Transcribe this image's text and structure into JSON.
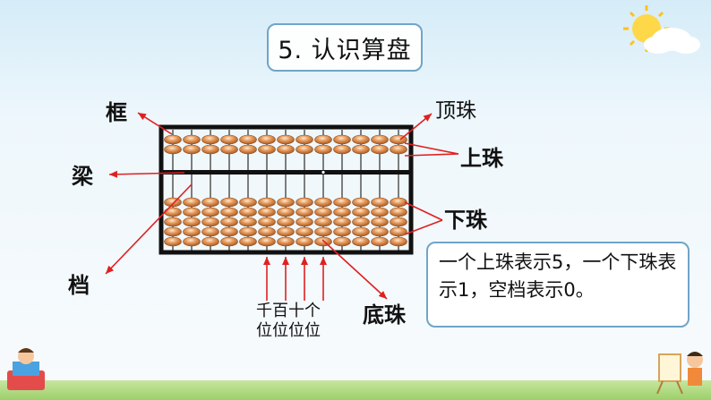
{
  "title": "5. 认识算盘",
  "labels": {
    "frame": "框",
    "beam": "梁",
    "rod": "档",
    "top_bead": "顶珠",
    "upper_bead": "上珠",
    "lower_bead": "下珠",
    "bottom_bead": "底珠",
    "places_line1": "千百十个",
    "places_line2": "位位位位"
  },
  "note_text": "一个上珠表示5，一个下珠表示1，空档表示0。",
  "abacus": {
    "rods": 13,
    "upper_beads_per_rod": 2,
    "lower_beads_per_rod": 5
  },
  "colors": {
    "arrow": "#e02020",
    "bead": "#d98446",
    "frame": "#111111",
    "border": "#6fa5c9"
  }
}
